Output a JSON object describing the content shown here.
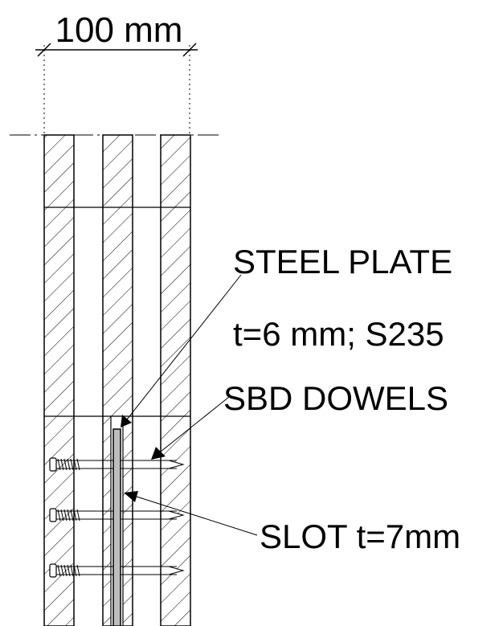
{
  "dimension": {
    "text": "100 mm"
  },
  "labels": {
    "steel_plate": "STEEL PLATE",
    "plate_spec": "t=6 mm; S235",
    "dowels": "SBD DOWELS",
    "slot": "SLOT t=7mm"
  },
  "colors": {
    "ink": "#000000",
    "plate_fill": "#bdbdbd",
    "background": "#ffffff"
  },
  "dowel_rows": 3,
  "timber_layers": 3
}
